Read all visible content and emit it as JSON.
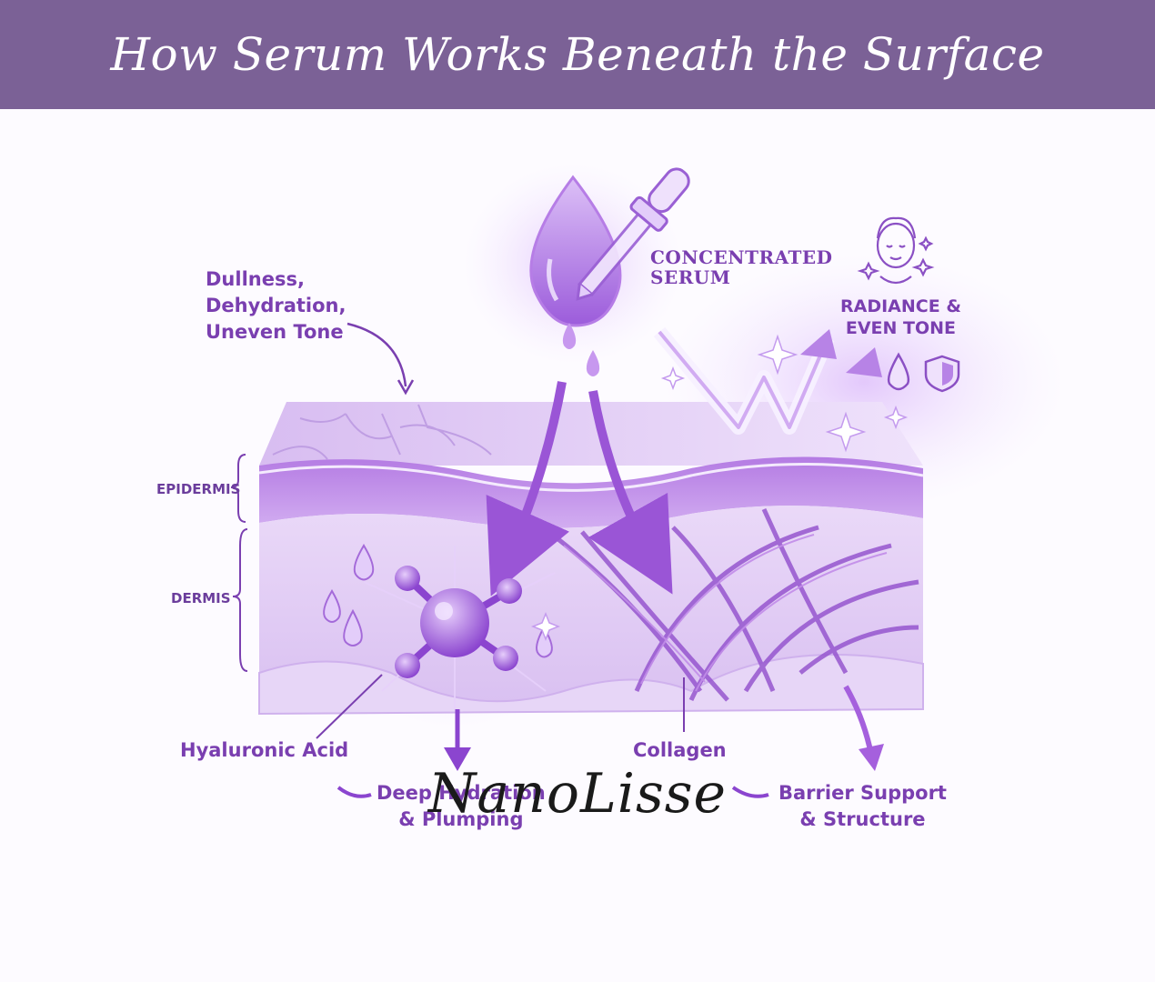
{
  "title": "How Serum Works Beneath the Surface",
  "labels": {
    "concerns": "Dullness,\nDehydration,\nUneven Tone",
    "concentrated_serum": "CONCENTRATED\nSERUM",
    "radiance": "RADIANCE &\nEVEN TONE",
    "epidermis": "EPIDERMIS",
    "dermis": "DERMIS",
    "hyaluronic_acid": "Hyaluronic Acid",
    "collagen": "Collagen",
    "deep_hydration": "Deep Hydration\n& Plumping",
    "barrier_support": "Barrier Support\n& Structure"
  },
  "brand": "NanoLisse",
  "colors": {
    "header": "#7b6196",
    "accent": "#8a4fc4",
    "label": "#7a3fb0",
    "skin_light": "#e6d4f4",
    "skin_mid": "#c9a6e8",
    "fiber": "#9656cf"
  },
  "icons": [
    "serum-drop-icon",
    "dropper-icon",
    "face-icon",
    "sparkle-icon",
    "water-drop-icon",
    "shield-icon",
    "molecule-icon"
  ]
}
